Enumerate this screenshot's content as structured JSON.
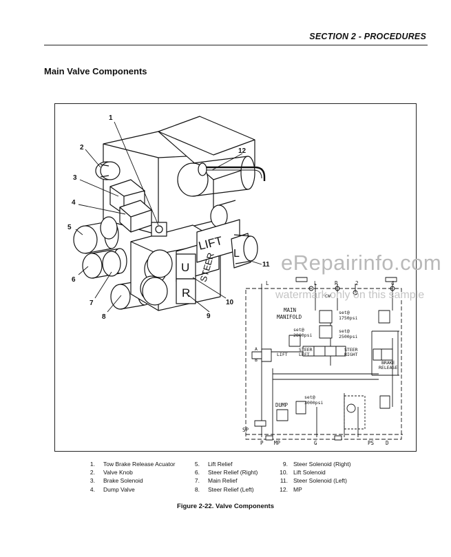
{
  "header": {
    "section": "SECTION 2 - PROCEDURES"
  },
  "page": {
    "title": "Main Valve Components"
  },
  "figure": {
    "caption": "Figure 2-22.  Valve Components",
    "callouts": [
      "1",
      "2",
      "3",
      "4",
      "5",
      "6",
      "7",
      "8",
      "9",
      "10",
      "11",
      "12"
    ],
    "block_labels": {
      "lift": "LIFT",
      "steer": "STEER",
      "u": "U",
      "r": "R",
      "l": "L"
    },
    "schematic": {
      "port_l": "L",
      "port_r": "R",
      "port_2": "2",
      "port_4": "4",
      "port_sp": "SP",
      "port_p": "P",
      "port_mp": "MP",
      "port_g": "G",
      "port_ps": "PS",
      "port_d": "D",
      "main_manifold_1": "MAIN",
      "main_manifold_2": "MANIFOLD",
      "relief_1": "set@",
      "relief_1b": "1750psi",
      "relief_2": "set@",
      "relief_2b": "2500psi",
      "relief_3": "set@",
      "relief_3b": "2800psi",
      "dump": "DUMP",
      "relief_4": "set@",
      "relief_4b": "3000psi",
      "steer_left_1": "STEER",
      "steer_left_2": "LEFT",
      "steer_right_1": "STEER",
      "steer_right_2": "RIGHT",
      "brake_1": "BRAKE",
      "brake_2": "RELEASE",
      "cw": "CW",
      "lift": "LIFT",
      "label_a": "A",
      "label_b": "B"
    },
    "watermark_site": "eRepairinfo.com",
    "watermark_note": "watermark only on this sample"
  },
  "legend": {
    "col1": [
      {
        "num": "1.",
        "label": "Tow Brake Release Acuator"
      },
      {
        "num": "2.",
        "label": "Valve Knob"
      },
      {
        "num": "3.",
        "label": "Brake Solenoid"
      },
      {
        "num": "4.",
        "label": "Dump Valve"
      }
    ],
    "col2": [
      {
        "num": "5.",
        "label": "Lift Relief"
      },
      {
        "num": "6.",
        "label": "Steer Relief (Right)"
      },
      {
        "num": "7.",
        "label": "Main Relief"
      },
      {
        "num": "8.",
        "label": "Steer Relief (Left)"
      }
    ],
    "col3": [
      {
        "num": "9.",
        "label": "Steer Solenoid (Right)"
      },
      {
        "num": "10.",
        "label": "Lift Solenoid"
      },
      {
        "num": "11.",
        "label": "Steer Solenoid (Left)"
      },
      {
        "num": "12.",
        "label": "MP"
      }
    ]
  }
}
